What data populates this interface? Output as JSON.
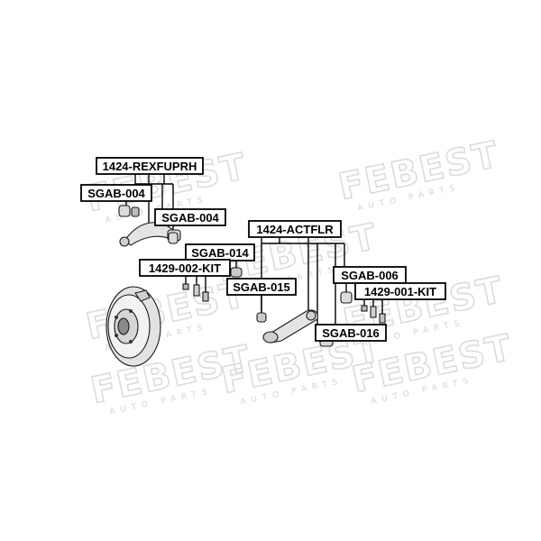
{
  "watermark": {
    "brand": "FEBEST",
    "sub": "AUTO PARTS"
  },
  "labels": {
    "kit_upper": "1424-REXFUPRH",
    "sgab004_a": "SGAB-004",
    "sgab004_b": "SGAB-004",
    "kit_lower": "1424-ACTFLR",
    "sgab014": "SGAB-014",
    "kit002": "1429-002-KIT",
    "sgab015": "SGAB-015",
    "sgab006": "SGAB-006",
    "kit001": "1429-001-KIT",
    "sgab016": "SGAB-016"
  },
  "colors": {
    "ink": "#000000",
    "watermark": "#dcdcdc",
    "part_fill": "#ececec"
  }
}
